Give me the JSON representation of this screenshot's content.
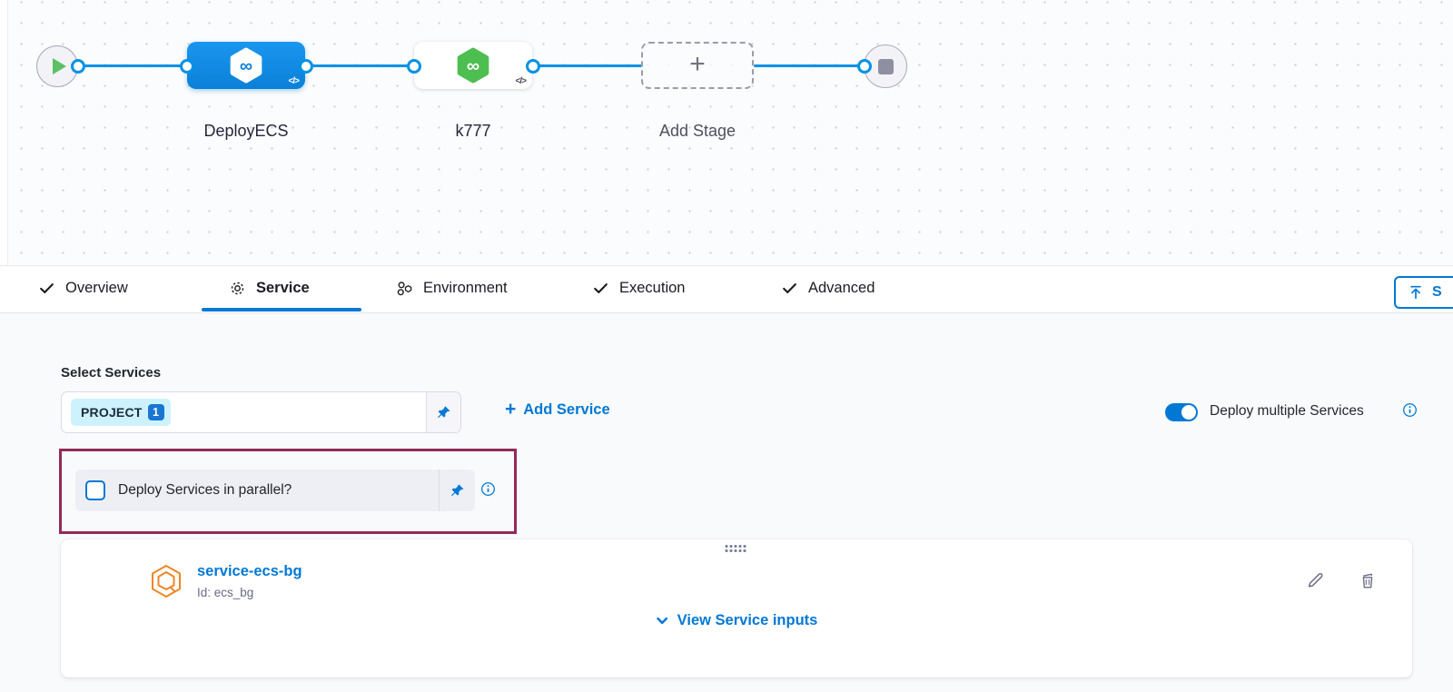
{
  "colors": {
    "primary_blue": "#0278d5",
    "connector_blue": "#0092e4",
    "stage_blue": "#0b80d8",
    "stage_green": "#4dbe50",
    "highlight_maroon": "#93295a",
    "service_icon_orange": "#ee8625"
  },
  "icons": {
    "plus": "+",
    "code": "</>",
    "infinity": "∞"
  },
  "pipeline": {
    "stages": [
      {
        "name": "DeployECS"
      },
      {
        "name": "k777"
      }
    ],
    "add_stage_label": "Add Stage"
  },
  "tabs": [
    {
      "label": "Overview",
      "icon": "check"
    },
    {
      "label": "Service",
      "icon": "gear",
      "active": true
    },
    {
      "label": "Environment",
      "icon": "environment"
    },
    {
      "label": "Execution",
      "icon": "check"
    },
    {
      "label": "Advanced",
      "icon": "check"
    }
  ],
  "toolbar": {
    "save_label_partial": "S"
  },
  "service_section": {
    "select_services_label": "Select Services",
    "selected_chip": {
      "text": "PROJECT",
      "count": "1"
    },
    "add_service_label": "Add Service",
    "deploy_multiple_label": "Deploy multiple Services",
    "deploy_multiple_on": true,
    "parallel_checkbox_label": "Deploy Services in parallel?",
    "parallel_checked": false
  },
  "service_card": {
    "name": "service-ecs-bg",
    "id_label": "Id: ecs_bg",
    "view_inputs_label": "View Service inputs"
  }
}
